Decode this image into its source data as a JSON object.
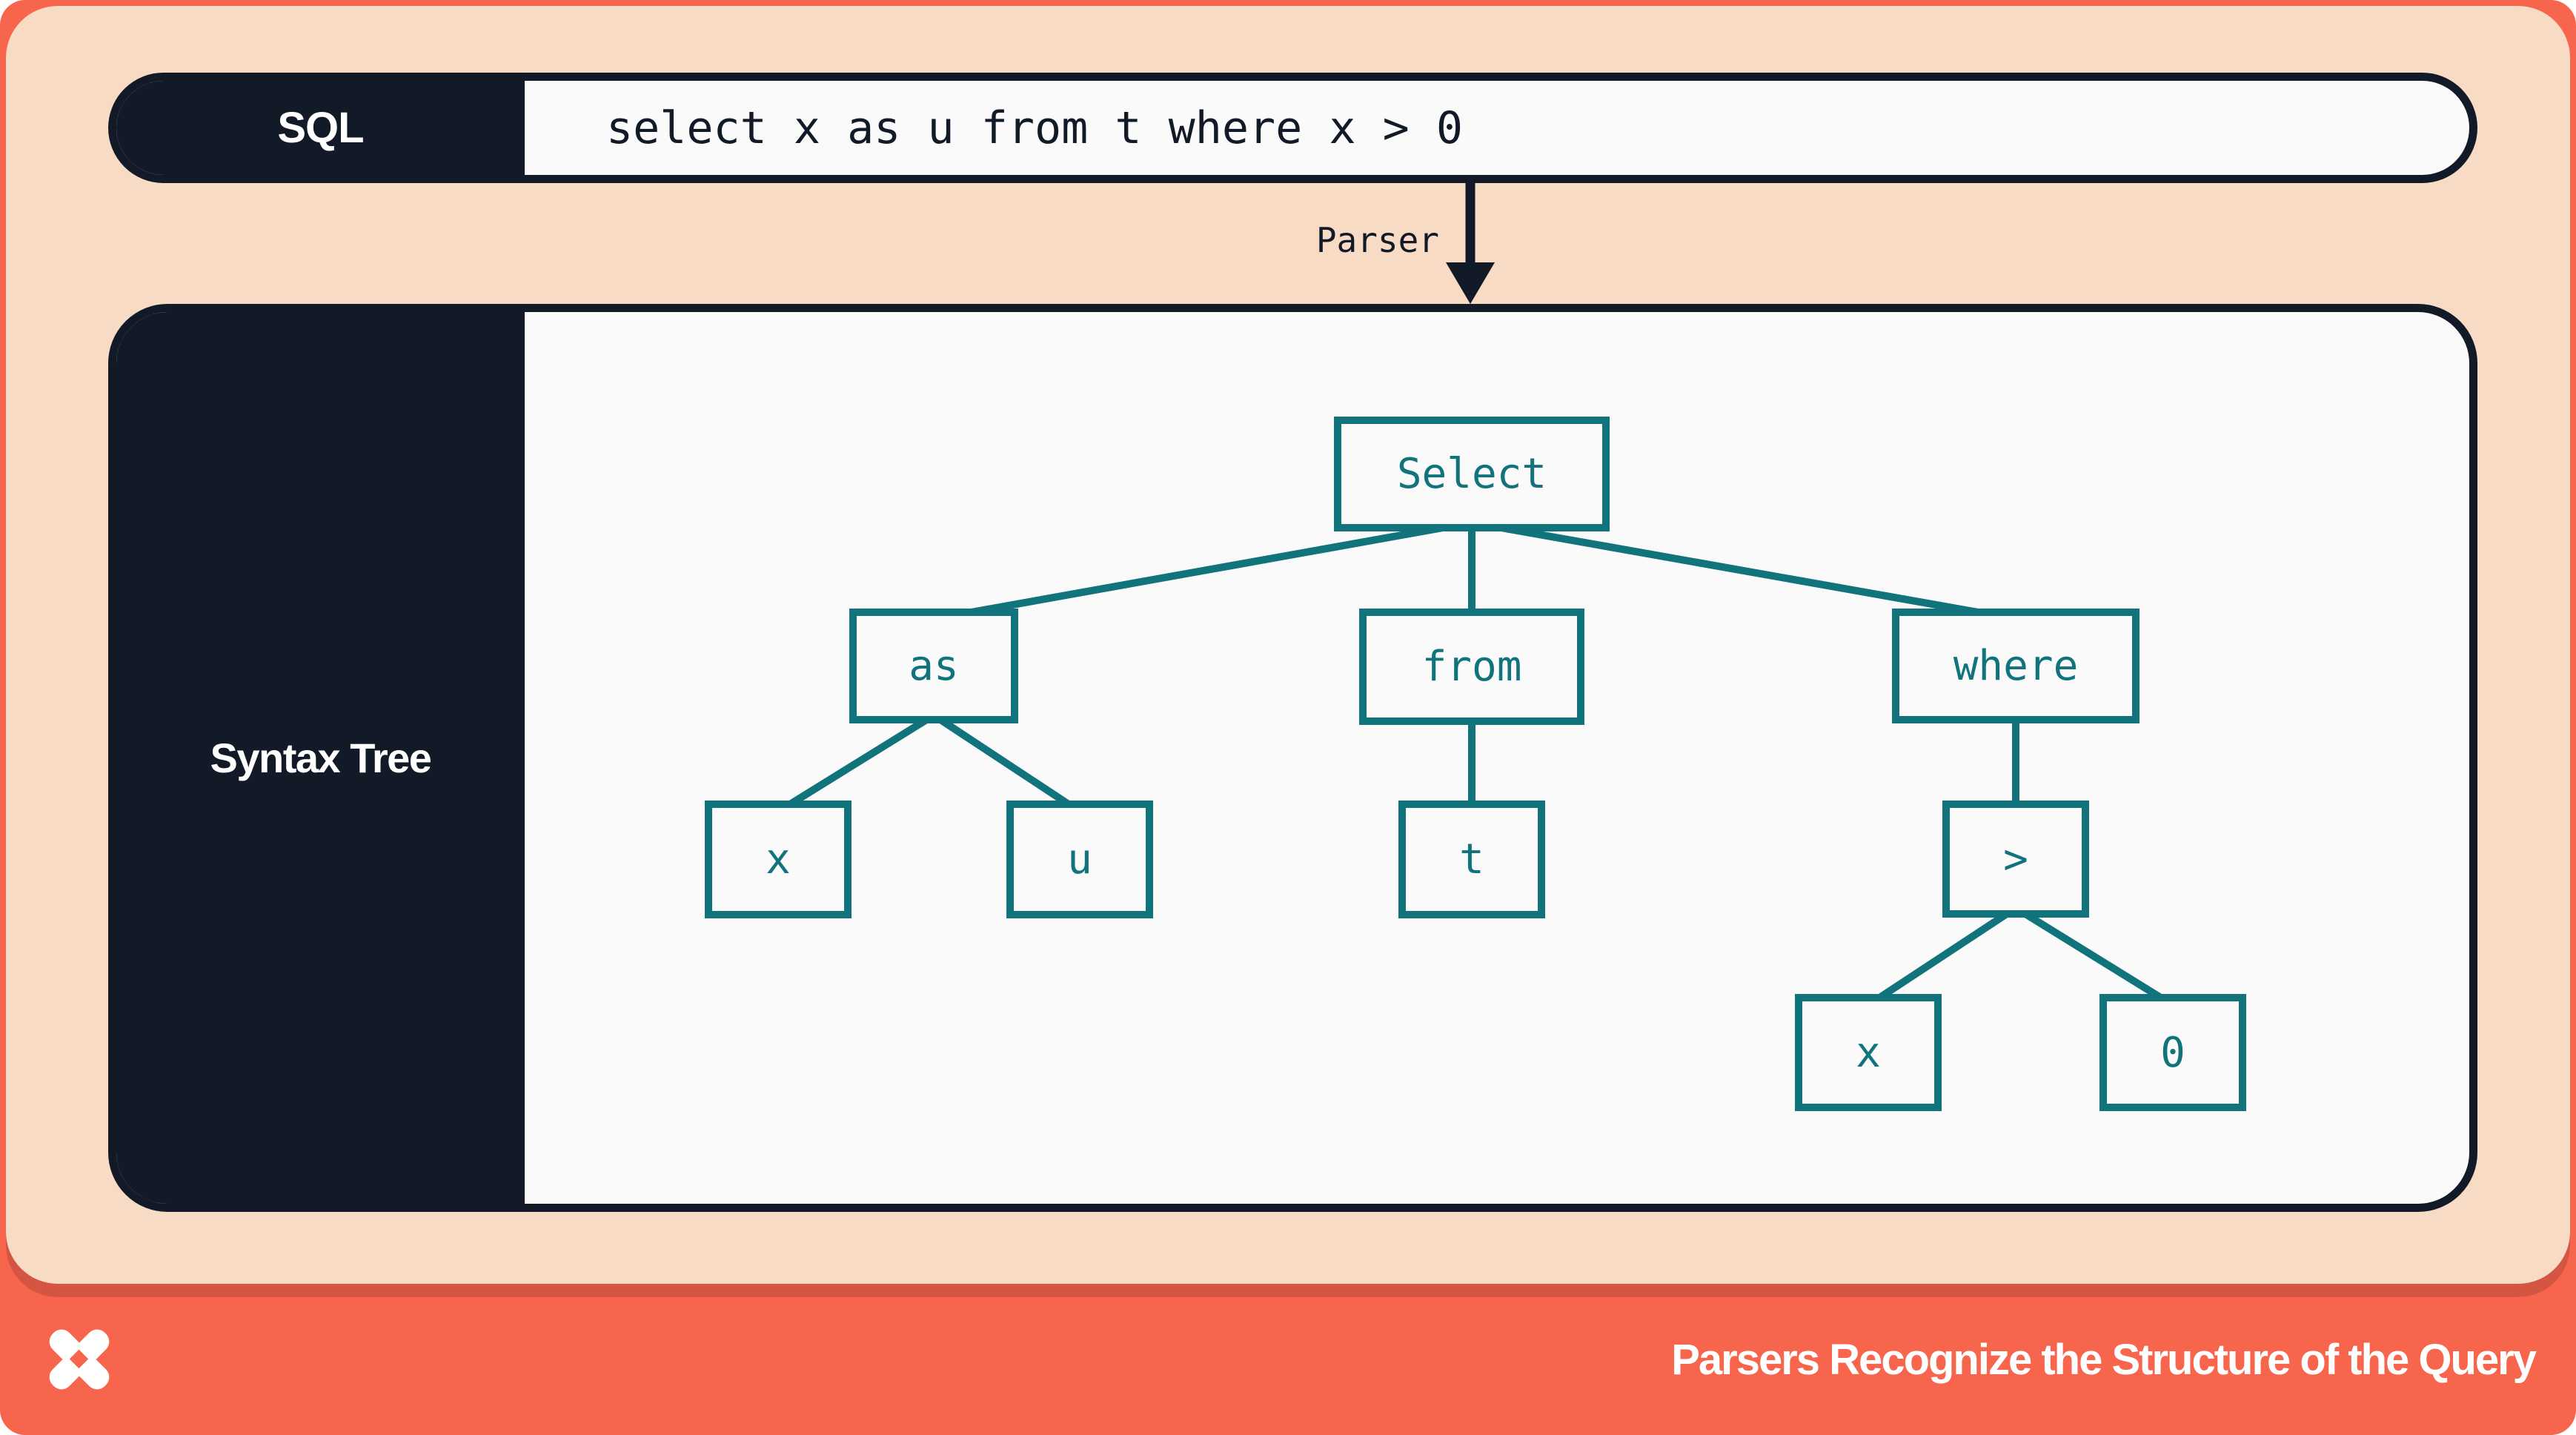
{
  "colors": {
    "orange": "#F7654D",
    "peach": "#F8DBC4",
    "navy": "#121A27",
    "teal": "#11737B",
    "panel_white": "#FAFAFB"
  },
  "sql_bar": {
    "label": "SQL",
    "query": "select x as u from t where x > 0"
  },
  "parser": {
    "label": "Parser",
    "arrow_icon": "arrow-down"
  },
  "syntax_tree": {
    "label": "Syntax Tree",
    "nodes": [
      {
        "id": "select",
        "label": "Select"
      },
      {
        "id": "as",
        "label": "as"
      },
      {
        "id": "from",
        "label": "from"
      },
      {
        "id": "where",
        "label": "where"
      },
      {
        "id": "x1",
        "label": "x"
      },
      {
        "id": "u",
        "label": "u"
      },
      {
        "id": "t",
        "label": "t"
      },
      {
        "id": "gt",
        "label": ">"
      },
      {
        "id": "x2",
        "label": "x"
      },
      {
        "id": "zero",
        "label": "0"
      }
    ],
    "edges": [
      [
        "select",
        "as"
      ],
      [
        "select",
        "from"
      ],
      [
        "select",
        "where"
      ],
      [
        "as",
        "x1"
      ],
      [
        "as",
        "u"
      ],
      [
        "from",
        "t"
      ],
      [
        "where",
        "gt"
      ],
      [
        "gt",
        "x2"
      ],
      [
        "gt",
        "zero"
      ]
    ]
  },
  "footer": {
    "logo_icon": "x-star-logo",
    "title": "Parsers Recognize the Structure of the Query"
  }
}
